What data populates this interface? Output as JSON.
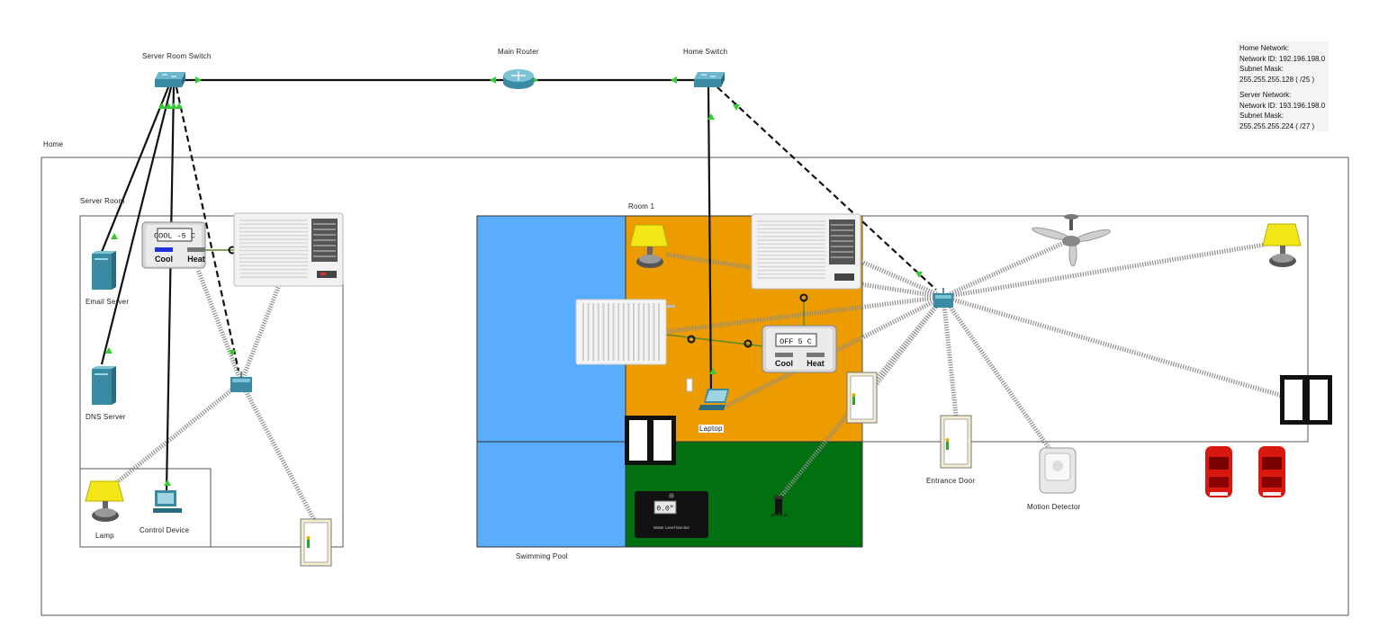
{
  "labels": {
    "server_room_switch": "Server Room Switch",
    "main_router": "Main Router",
    "home_switch": "Home Switch",
    "home": "Home",
    "server_room": "Server Room",
    "room1": "Room 1",
    "email_server": "Email Server",
    "dns_server": "DNS Server",
    "lamp": "Lamp",
    "control_device": "Control Device",
    "laptop": "Laptop",
    "entrance_door": "Entrance Door",
    "motion_detector": "Motion Detector",
    "swimming_pool": "Swimming Pool"
  },
  "network_info": {
    "home_title": "Home Network:",
    "home_id": "Network ID: 192.196.198.0",
    "home_mask_label": "Subnet Mask:",
    "home_mask": "255.255.255.128 ( /25 )",
    "server_title": "Server Network:",
    "server_id": "Network ID: 193.196.198.0",
    "server_mask_label": "Subnet Mask:",
    "server_mask": "255.255.255.224 ( /27 )"
  },
  "thermostat_server": {
    "display": "COOL -5 C",
    "cool": "Cool",
    "heat": "Heat"
  },
  "thermostat_room": {
    "display": "OFF 5 C",
    "cool": "Cool",
    "heat": "Heat"
  },
  "water_sensor": {
    "display": "0.0\"",
    "caption": "Water Level Monitor"
  },
  "colors": {
    "pool": "#5aacfc",
    "room1": "#ec9b00",
    "garden": "#017011",
    "link": "#111111",
    "port_up": "#33cc33",
    "wireless": "#9a9a9a",
    "device": "#3b8aa3"
  }
}
